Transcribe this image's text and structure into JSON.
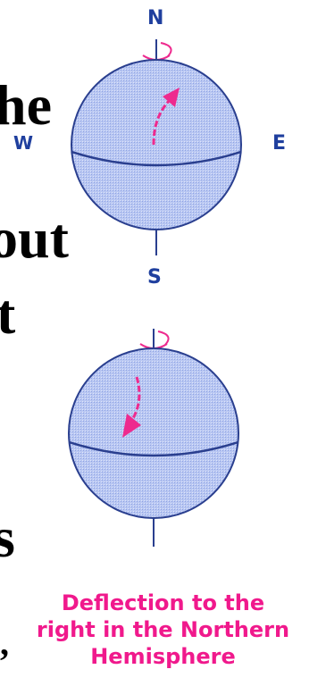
{
  "slide_fragments": [
    "he",
    "out",
    "t",
    "s",
    ","
  ],
  "compass": {
    "north": "N",
    "south": "S",
    "west": "W",
    "east": "E"
  },
  "caption": {
    "line1": "Deflection to the",
    "line2": "right in the Northern",
    "line3": "Hemisphere"
  },
  "colors": {
    "globe_fill": "#b9c7f2",
    "globe_outline": "#2a3f8f",
    "arrow": "#ee2a8e",
    "caption": "#f0198c",
    "compass_text": "#1f3f9e"
  }
}
